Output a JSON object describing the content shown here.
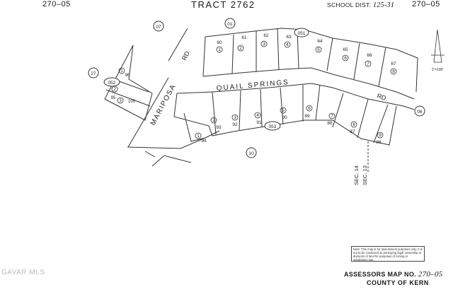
{
  "header": {
    "left_code": "270–05",
    "tract": "TRACT 2762",
    "school_label": "SCHOOL DIST.",
    "school_value": "125-31",
    "right_code": "270–05"
  },
  "roads": {
    "mariposa": "MARIPOSA",
    "mariposa_rd": "RD.",
    "quail_springs": "QUAIL SPRINGS",
    "quail_rd": "RD.",
    "sec_14": "SEC. 14",
    "sec_13": "SEC. 13"
  },
  "circled_blocks": [
    "07",
    "01",
    "27",
    "052",
    "06",
    "10"
  ],
  "circled_ovals": [
    "051",
    "052",
    "053"
  ],
  "north_label": "1\"=100'",
  "lots": {
    "top_row": [
      "60",
      "61",
      "62",
      "63",
      "64",
      "65",
      "66",
      "67"
    ],
    "top_row_index": [
      "1",
      "2",
      "3",
      "4",
      "5",
      "6",
      "7",
      "8"
    ],
    "bottom_row": [
      "94",
      "93",
      "92",
      "91",
      "90",
      "89",
      "88",
      "87",
      "86"
    ],
    "bottom_row_index": [
      "1",
      "2",
      "3",
      "4",
      "5",
      "6",
      "7",
      "8",
      "9"
    ],
    "left_lots": [
      "96",
      "95",
      "100"
    ],
    "left_lots_index": [
      "1",
      "2",
      "3"
    ]
  },
  "note": "Note: This map is for assessment purposes only. It is not to be construed as portraying legal ownership or divisions of land for purposes of zoning or subdivision law.",
  "footer": {
    "map_label": "ASSESSORS MAP NO.",
    "map_no": "270–05",
    "county": "COUNTY OF KERN"
  },
  "watermark": "GAVAR MLS"
}
